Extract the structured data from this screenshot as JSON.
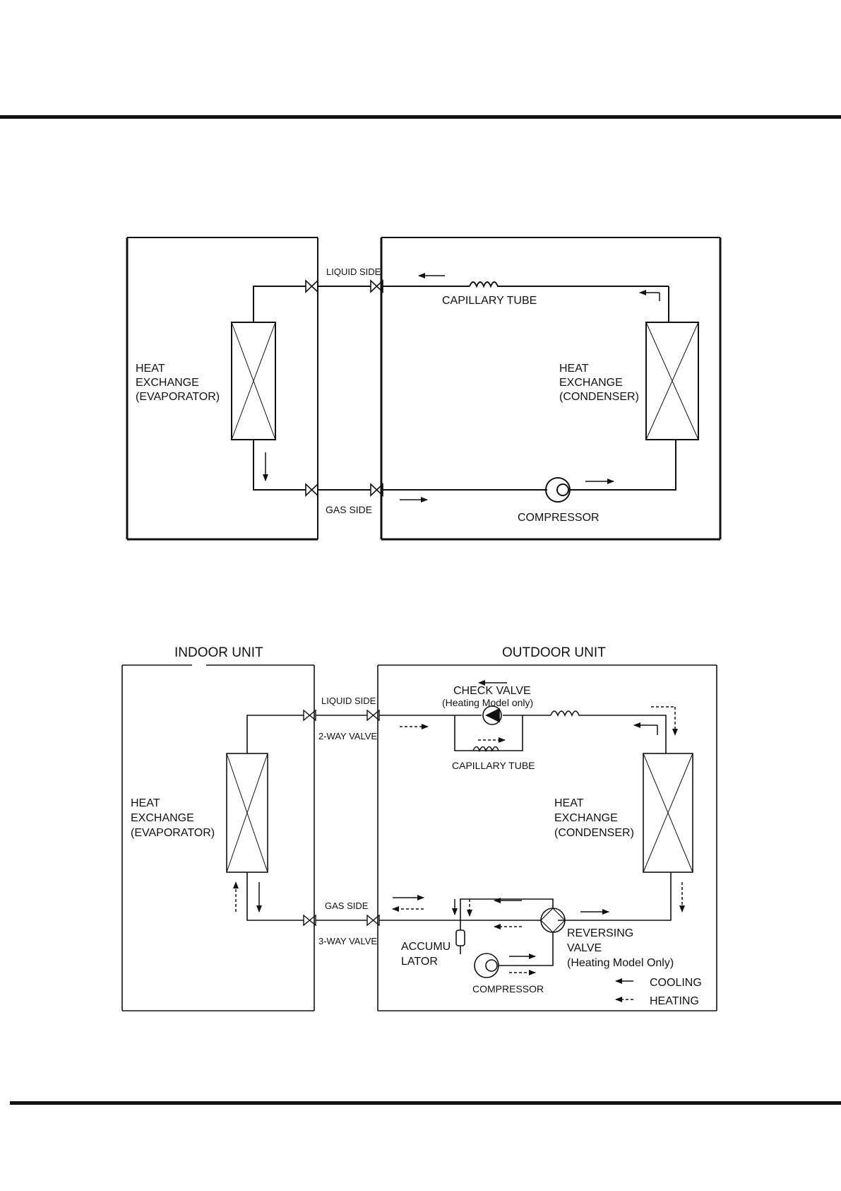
{
  "diagram1": {
    "liquid_side": "LIQUID SIDE",
    "gas_side": "GAS SIDE",
    "capillary_tube": "CAPILLARY TUBE",
    "compressor": "COMPRESSOR",
    "evaporator": [
      "HEAT",
      "EXCHANGE",
      "(EVAPORATOR)"
    ],
    "condenser": [
      "HEAT",
      "EXCHANGE",
      "(CONDENSER)"
    ]
  },
  "diagram2": {
    "indoor_unit": "INDOOR UNIT",
    "outdoor_unit": "OUTDOOR UNIT",
    "liquid_side": "LIQUID SIDE",
    "two_way_valve": "2-WAY VALVE",
    "gas_side": "GAS SIDE",
    "three_way_valve": "3-WAY VALVE",
    "check_valve": [
      "CHECK VALVE",
      "(Heating Model only)"
    ],
    "capillary_tube": "CAPILLARY TUBE",
    "evaporator": [
      "HEAT",
      "EXCHANGE",
      "(EVAPORATOR)"
    ],
    "condenser": [
      "HEAT",
      "EXCHANGE",
      "(CONDENSER)"
    ],
    "accumulator": [
      "ACCUMU",
      "LATOR"
    ],
    "compressor": "COMPRESSOR",
    "reversing_valve": [
      "REVERSING",
      "VALVE",
      "(Heating Model Only)"
    ],
    "legend": {
      "cooling": "COOLING",
      "heating": "HEATING"
    }
  }
}
